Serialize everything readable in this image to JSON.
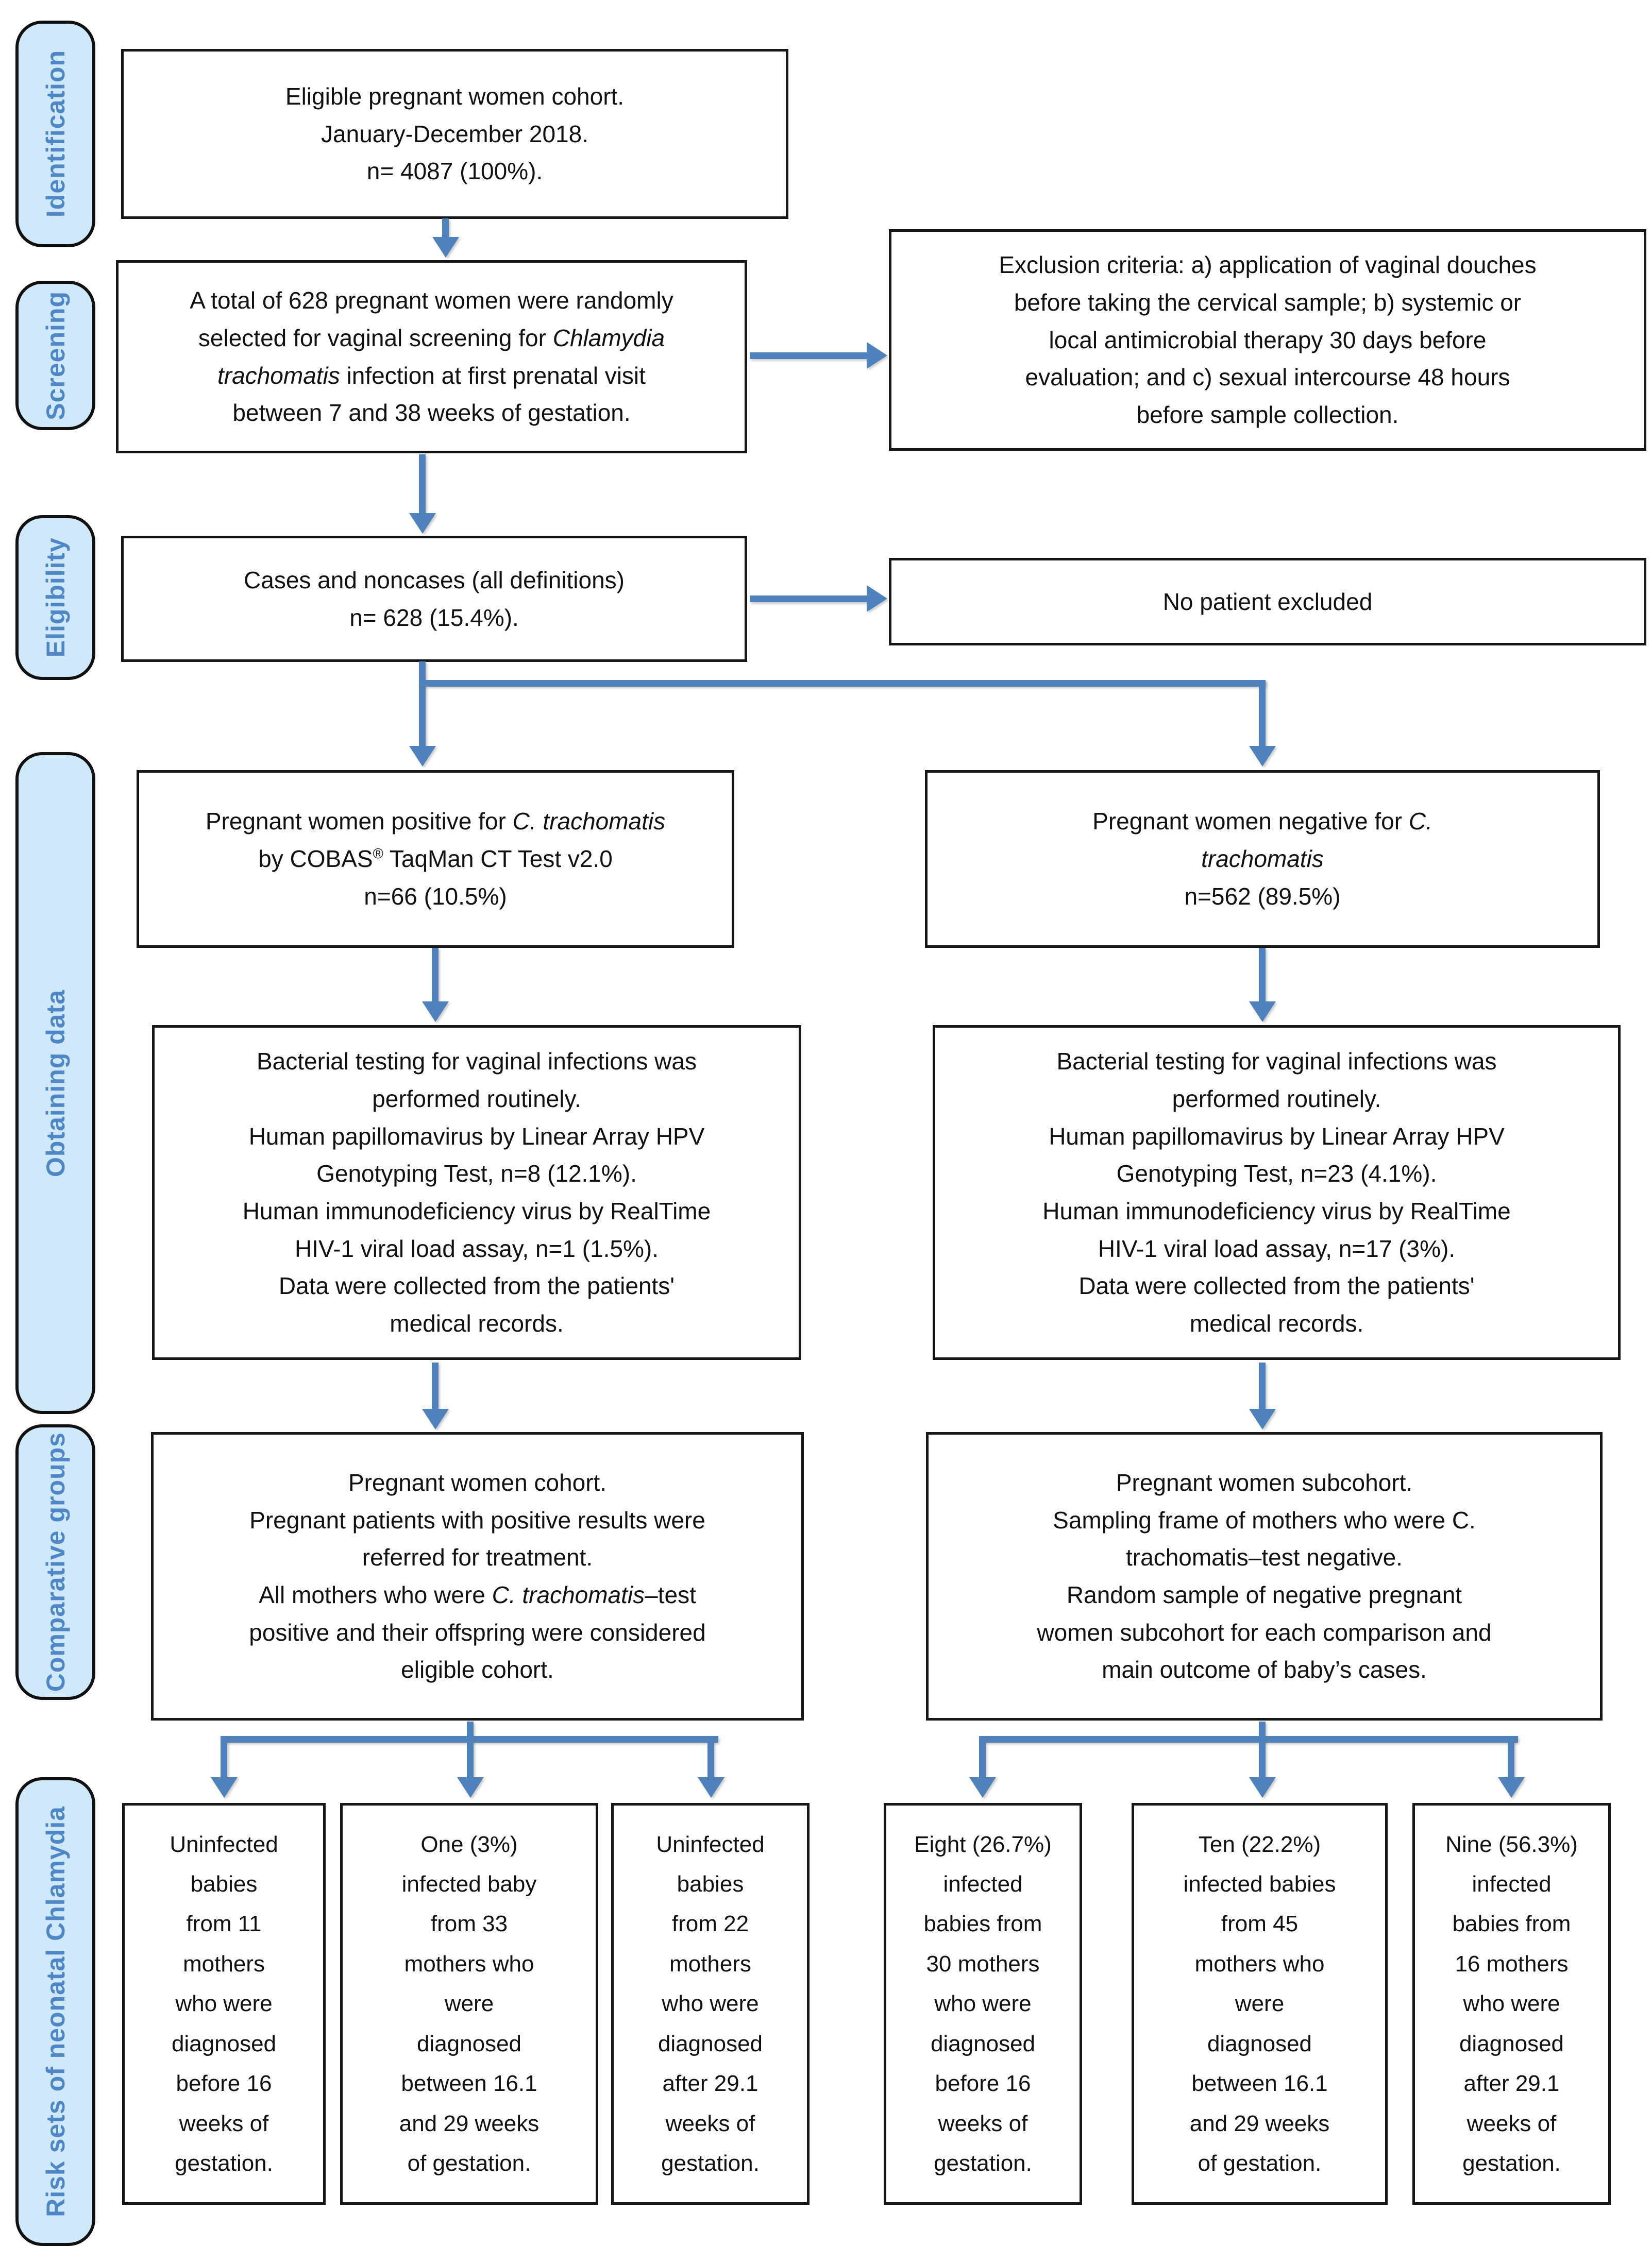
{
  "palette": {
    "arrow_blue": "#4f82bc",
    "pill_fill": "#cfe8fa",
    "pill_border": "#101010",
    "pill_text_blue": "#4e86c6",
    "box_border": "#161616",
    "box_fill": "#ffffff",
    "text_color": "#111111"
  },
  "sidebar": {
    "sections": [
      {
        "label": "Identification"
      },
      {
        "label": "Screening"
      },
      {
        "label": "Eligibility"
      },
      {
        "label": "Obtaining data"
      },
      {
        "label": "Comparative groups"
      },
      {
        "label": "Risk sets of neonatal Chlamydia"
      }
    ]
  },
  "boxes": {
    "identification": {
      "text": "Eligible pregnant women cohort.\nJanuary-December 2018.\nn= 4087 (100%)."
    },
    "screening": {
      "segments": [
        {
          "t": "A total of 628 pregnant women were randomly\nselected for vaginal screening for "
        },
        {
          "t": "Chlamydia\ntrachomatis",
          "i": true
        },
        {
          "t": " infection at first prenatal visit\nbetween 7 and 38 weeks of gestation."
        }
      ]
    },
    "exclusion": {
      "text": "Exclusion criteria: a) application of vaginal douches\nbefore taking the cervical sample; b) systemic or\nlocal antimicrobial therapy 30 days before\nevaluation; and c) sexual intercourse 48 hours\nbefore sample collection."
    },
    "eligibility": {
      "text": "Cases and noncases (all definitions)\nn= 628 (15.4%)."
    },
    "no_patient": {
      "text": "No patient excluded"
    },
    "positive": {
      "segments": [
        {
          "t": "Pregnant women positive for "
        },
        {
          "t": "C. trachomatis",
          "i": true
        },
        {
          "t": "\nby COBAS"
        },
        {
          "t": "®",
          "sup": true
        },
        {
          "t": " TaqMan CT Test v2.0\nn=66 (10.5%)"
        }
      ]
    },
    "negative": {
      "segments": [
        {
          "t": "Pregnant women negative for "
        },
        {
          "t": "C.\ntrachomatis",
          "i": true
        },
        {
          "t": "\nn=562 (89.5%)"
        }
      ]
    },
    "bacterial_positive": {
      "text": "Bacterial testing for vaginal infections was\nperformed routinely.\nHuman papillomavirus by Linear Array HPV\nGenotyping Test, n=8 (12.1%).\nHuman immunodeficiency virus by RealTime\nHIV-1 viral load assay, n=1 (1.5%).\nData were collected from the patients'\nmedical records."
    },
    "bacterial_negative": {
      "text": "Bacterial testing for vaginal infections was\nperformed routinely.\nHuman papillomavirus by Linear Array HPV\nGenotyping Test, n=23 (4.1%).\nHuman immunodeficiency virus by RealTime\nHIV-1 viral load assay, n=17 (3%).\nData were collected from the patients'\nmedical records."
    },
    "comparative_positive": {
      "segments": [
        {
          "t": "Pregnant women cohort.\nPregnant patients with positive results were\nreferred for treatment.\nAll mothers who were "
        },
        {
          "t": "C. trachomatis",
          "i": true
        },
        {
          "t": "–test\npositive and their offspring were considered\neligible cohort."
        }
      ]
    },
    "comparative_negative": {
      "text": "Pregnant women subcohort.\nSampling frame of mothers who were C.\ntrachomatis–test negative.\nRandom sample of negative pregnant\nwomen subcohort for each comparison and\nmain outcome of baby’s cases."
    },
    "risk_sets": [
      {
        "text": "Uninfected\nbabies\nfrom 11\nmothers\nwho were\ndiagnosed\nbefore 16\nweeks of\ngestation."
      },
      {
        "text": "One (3%)\ninfected baby\nfrom 33\nmothers who\nwere\ndiagnosed\nbetween 16.1\nand 29 weeks\nof gestation."
      },
      {
        "text": "Uninfected\nbabies\nfrom 22\nmothers\nwho were\ndiagnosed\nafter 29.1\nweeks of\ngestation."
      },
      {
        "text": "Eight (26.7%)\ninfected\nbabies from\n30 mothers\nwho were\ndiagnosed\nbefore 16\nweeks of\ngestation."
      },
      {
        "text": "Ten (22.2%)\ninfected babies\nfrom 45\nmothers who\nwere\ndiagnosed\nbetween 16.1\nand 29 weeks\nof gestation."
      },
      {
        "text": "Nine (56.3%)\ninfected\nbabies from\n16 mothers\nwho were\ndiagnosed\nafter 29.1\nweeks of\ngestation."
      }
    ]
  }
}
